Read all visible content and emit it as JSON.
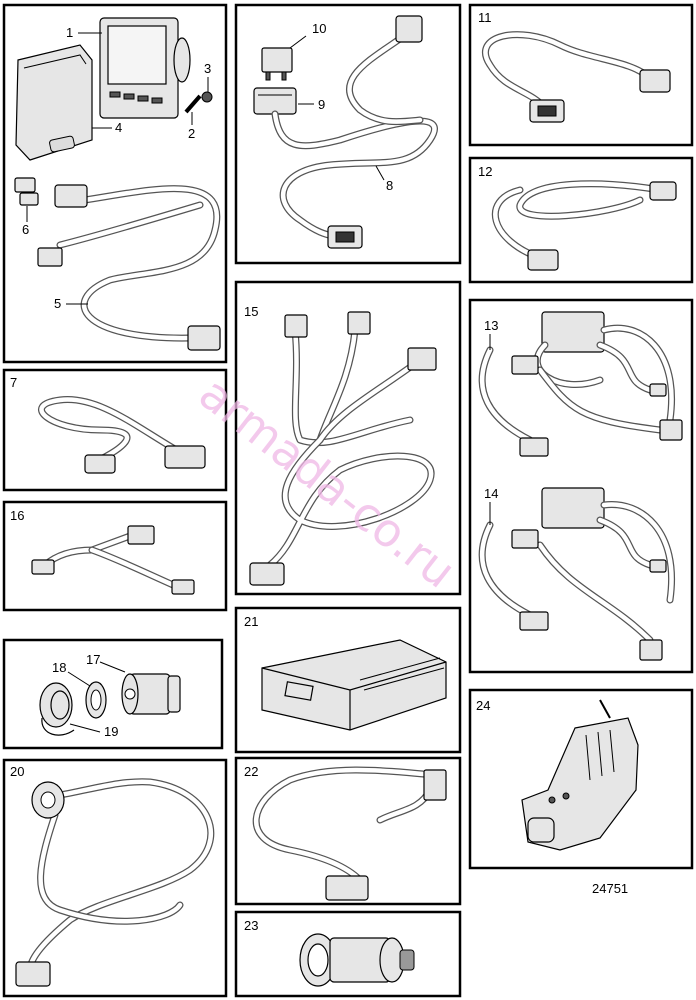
{
  "watermark": "armada-co.ru",
  "drawing_number": "24751",
  "callouts": {
    "c1": "1",
    "c2": "2",
    "c3": "3",
    "c4": "4",
    "c5": "5",
    "c6": "6",
    "c7": "7",
    "c8": "8",
    "c9": "9",
    "c10": "10",
    "c11": "11",
    "c12": "12",
    "c13": "13",
    "c14": "14",
    "c15": "15",
    "c16": "16",
    "c17": "17",
    "c18": "18",
    "c19": "19",
    "c20": "20",
    "c21": "21",
    "c22": "22",
    "c23": "23",
    "c24": "24"
  }
}
